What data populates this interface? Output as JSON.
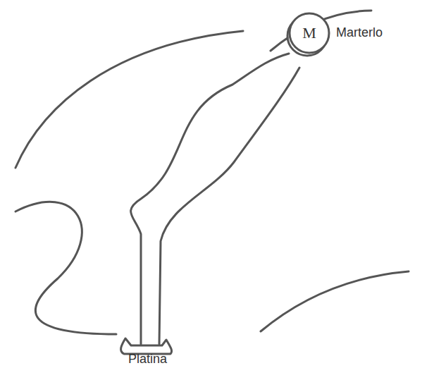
{
  "diagram": {
    "nodes": [
      {
        "text": [
          "M"
        ]
      }
    ],
    "labels": [
      "Marterlo",
      "Platina"
    ]
  }
}
